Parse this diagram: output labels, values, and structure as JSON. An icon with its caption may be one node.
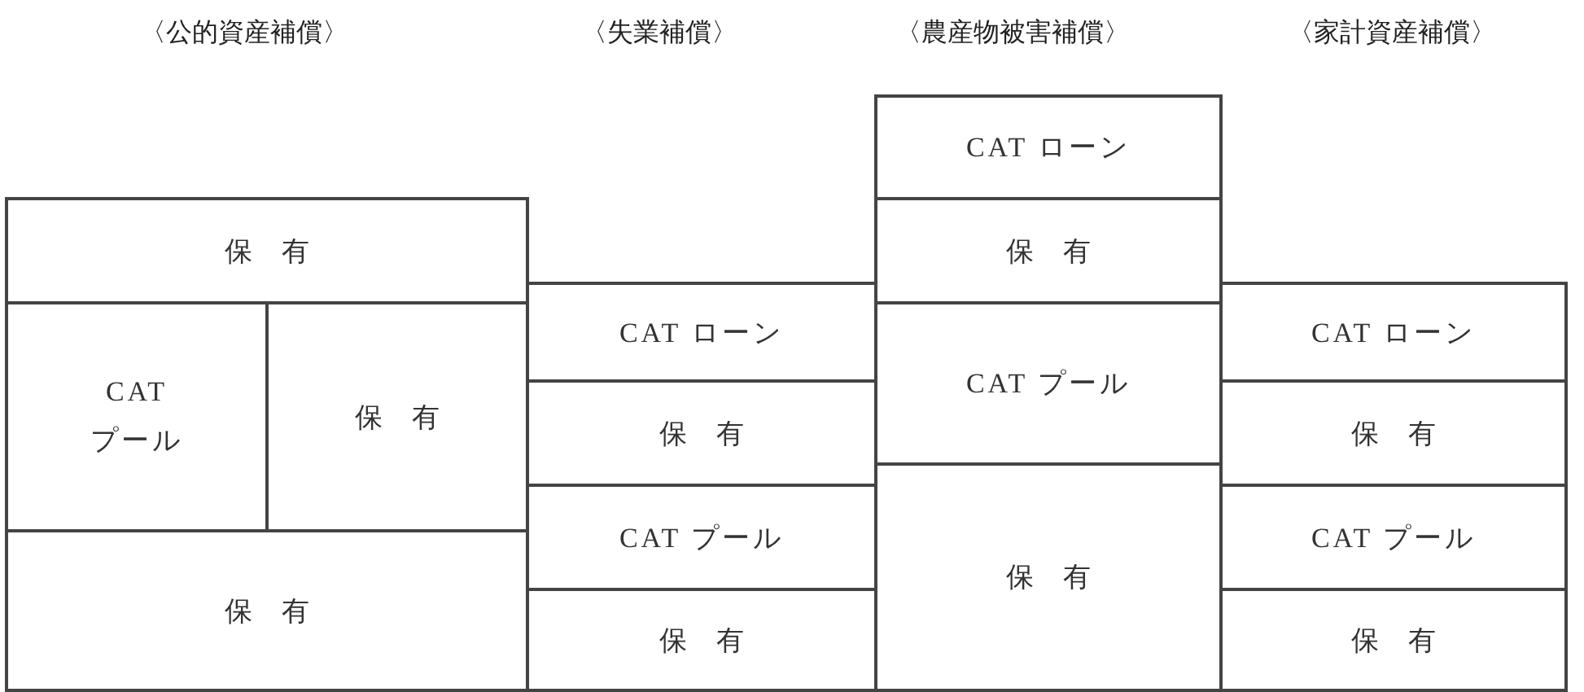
{
  "diagram": {
    "nodes": [
      {
        "text": [
          "保有"
        ]
      },
      {
        "text": [
          "CAT プール"
        ]
      },
      {
        "text": [
          "保有"
        ]
      },
      {
        "text": [
          "保有"
        ]
      },
      {
        "text": [
          "CAT ローン"
        ]
      },
      {
        "text": [
          "保有"
        ]
      },
      {
        "text": [
          "CAT プール"
        ]
      },
      {
        "text": [
          "保有"
        ]
      },
      {
        "text": [
          "CAT ローン"
        ]
      },
      {
        "text": [
          "保有"
        ]
      },
      {
        "text": [
          "CAT プール"
        ]
      },
      {
        "text": [
          "保有"
        ]
      },
      {
        "text": [
          "CAT ローン"
        ]
      },
      {
        "text": [
          "保有"
        ]
      },
      {
        "text": [
          "CAT プール"
        ]
      },
      {
        "text": [
          "保有"
        ]
      }
    ],
    "labels": [
      "〈公的資産補償〉",
      "〈失業補償〉",
      "〈農産物被害補償〉",
      "〈家計資産補償〉"
    ]
  }
}
